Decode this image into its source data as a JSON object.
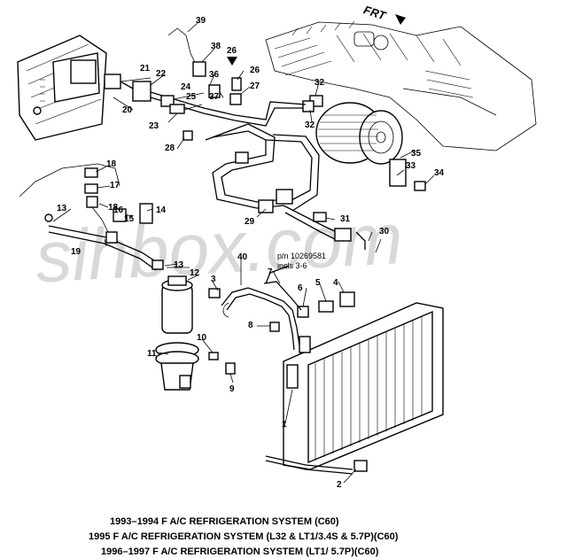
{
  "orientation_label": "FRT",
  "watermark": "sihbox.com",
  "part_number_note": {
    "line1": "p/n 10269581",
    "line2": "incls 3-6"
  },
  "callouts": {
    "c1": "1",
    "c2": "2",
    "c3": "3",
    "c4": "4",
    "c5": "5",
    "c6": "6",
    "c7": "7",
    "c8": "8",
    "c9": "9",
    "c10": "10",
    "c11": "11",
    "c12": "12",
    "c13a": "13",
    "c13b": "13",
    "c14": "14",
    "c15": "15",
    "c16": "16",
    "c17": "17",
    "c18a": "18",
    "c18b": "18",
    "c19": "19",
    "c20": "20",
    "c21": "21",
    "c22": "22",
    "c23": "23",
    "c24": "24",
    "c25": "25",
    "c26a": "26",
    "c26b": "26",
    "c27": "27",
    "c28": "28",
    "c29": "29",
    "c30": "30",
    "c31": "31",
    "c32a": "32",
    "c32b": "32",
    "c33": "33",
    "c34": "34",
    "c35": "35",
    "c36": "36",
    "c37": "37",
    "c38": "38",
    "c39": "39",
    "c40": "40"
  },
  "captions": [
    "1993–1994 F A/C REFRIGERATION SYSTEM (C60)",
    "1995 F A/C REFRIGERATION SYSTEM (L32 & LT1/3.4S & 5.7P)(C60)",
    "1996–1997 F A/C REFRIGERATION SYSTEM (LT1/ 5.7P)(C60)"
  ]
}
